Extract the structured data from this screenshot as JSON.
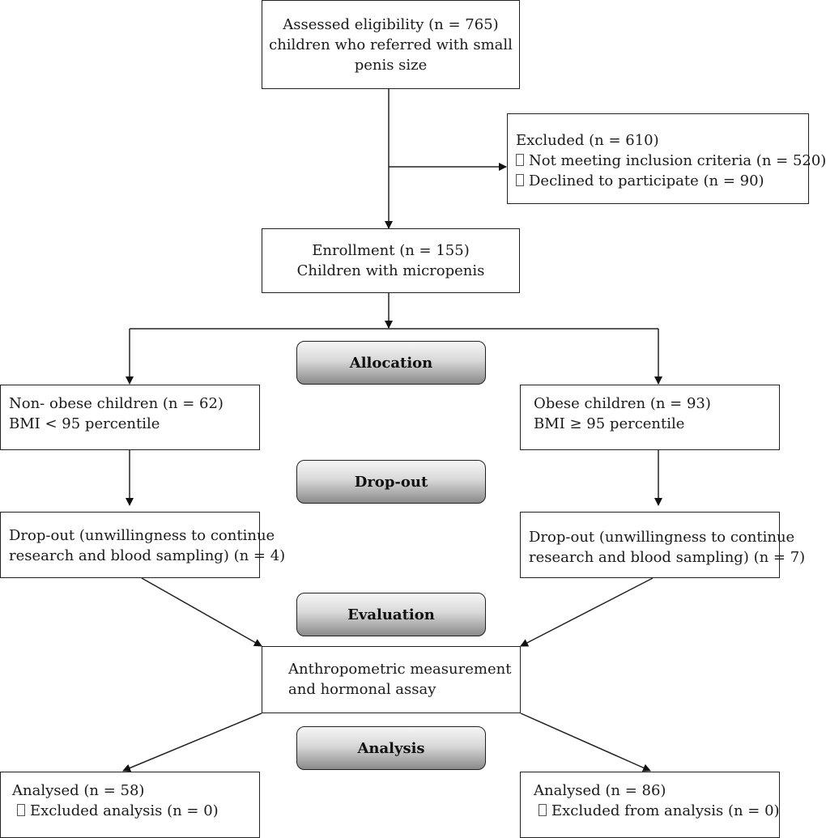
{
  "boxes": {
    "assessed": {
      "lines": [
        "Assessed eligibility (n = 765)",
        "children who referred with small",
        "penis size"
      ]
    },
    "excluded": {
      "title": "Excluded (n = 610)",
      "items": [
        "Not meeting inclusion criteria (n = 520)",
        "Declined to participate (n = 90)"
      ]
    },
    "enrollment": {
      "lines": [
        "Enrollment (n = 155)",
        "Children with micropenis"
      ]
    },
    "non_obese": {
      "lines": [
        "Non- obese children (n = 62)",
        "BMI < 95 percentile"
      ]
    },
    "obese": {
      "lines": [
        "Obese children (n = 93)",
        "BMI ≥ 95 percentile"
      ]
    },
    "dropout_left": {
      "lines": [
        "Drop-out (unwillingness to continue",
        "research and blood sampling) (n = 4)"
      ]
    },
    "dropout_right": {
      "lines": [
        "Drop-out (unwillingness to continue",
        "research and blood sampling) (n = 7)"
      ]
    },
    "anthropometric": {
      "lines": [
        "Anthropometric measurement",
        "and hormonal assay"
      ]
    },
    "analysed_left": {
      "title": "Analysed (n = 58)",
      "item": "Excluded analysis (n = 0)"
    },
    "analysed_right": {
      "title": "Analysed (n = 86)",
      "item": "Excluded from analysis (n = 0)"
    }
  },
  "stages": {
    "allocation": "Allocation",
    "dropout": "Drop-out",
    "evaluation": "Evaluation",
    "analysis": "Analysis"
  }
}
